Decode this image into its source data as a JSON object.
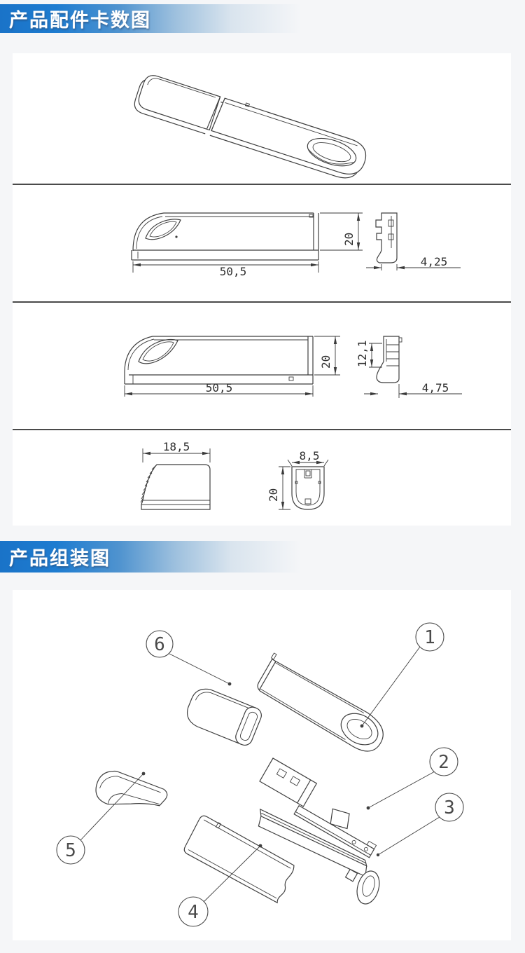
{
  "page": {
    "background": "#f5f6f8",
    "panel_background": "#ffffff",
    "accent_blue": "#1b76cc",
    "line_color": "#3f3f3f"
  },
  "headers": {
    "parts": "产品配件卡数图",
    "assembly": "产品组装图"
  },
  "spec_views": {
    "side_with_cap": {
      "length": "50,5",
      "height": "20",
      "cap_side_width": "4,25"
    },
    "side_no_cap": {
      "length": "50,5",
      "height": "20",
      "connector_height": "12,1",
      "side_width": "4,75"
    },
    "cap": {
      "length": "18,5",
      "width": "8,5",
      "height": "20"
    }
  },
  "assembly": {
    "callouts": [
      "1",
      "2",
      "3",
      "4",
      "5",
      "6"
    ]
  }
}
